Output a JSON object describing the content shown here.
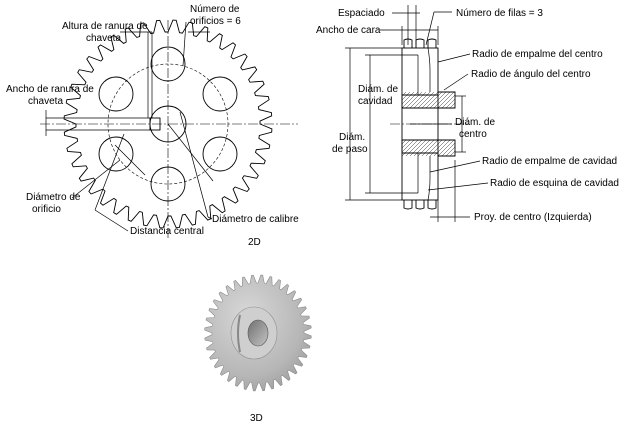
{
  "labels_2d_left": {
    "keyway_height": [
      "Altura de ranura de",
      "chaveta"
    ],
    "num_holes": [
      "Número de",
      "orificios = 6"
    ],
    "keyway_width": [
      "Ancho de ranura de",
      "chaveta"
    ],
    "hole_diameter": [
      "Diámetro de",
      "orificio"
    ],
    "bore_diameter": "Diámetro de calibre",
    "center_distance": "Distancia central"
  },
  "labels_2d_right": {
    "spacing": "Espaciado",
    "face_width": "Ancho de cara",
    "num_rows": "Número de filas = 3",
    "hub_fillet_radius": "Radio de empalme del centro",
    "hub_angle_radius": "Radio de ángulo del centro",
    "cavity_diameter": [
      "Diám. de",
      "cavidad"
    ],
    "hub_diameter": [
      "Diám. de",
      "centro"
    ],
    "pitch_diameter": [
      "Diám.",
      "de paso"
    ],
    "cavity_fillet_radius": "Radio de empalme de cavidad",
    "cavity_corner_radius": "Radio de esquina de cavidad",
    "hub_projection": "Proy. de centro (Izquierda)"
  },
  "view_labels": {
    "view_2d": "2D",
    "view_3d": "3D"
  },
  "figure": {
    "tooth_count_front": 40,
    "hole_count": 6,
    "row_count": 3,
    "tooth_count_3d": 36
  }
}
